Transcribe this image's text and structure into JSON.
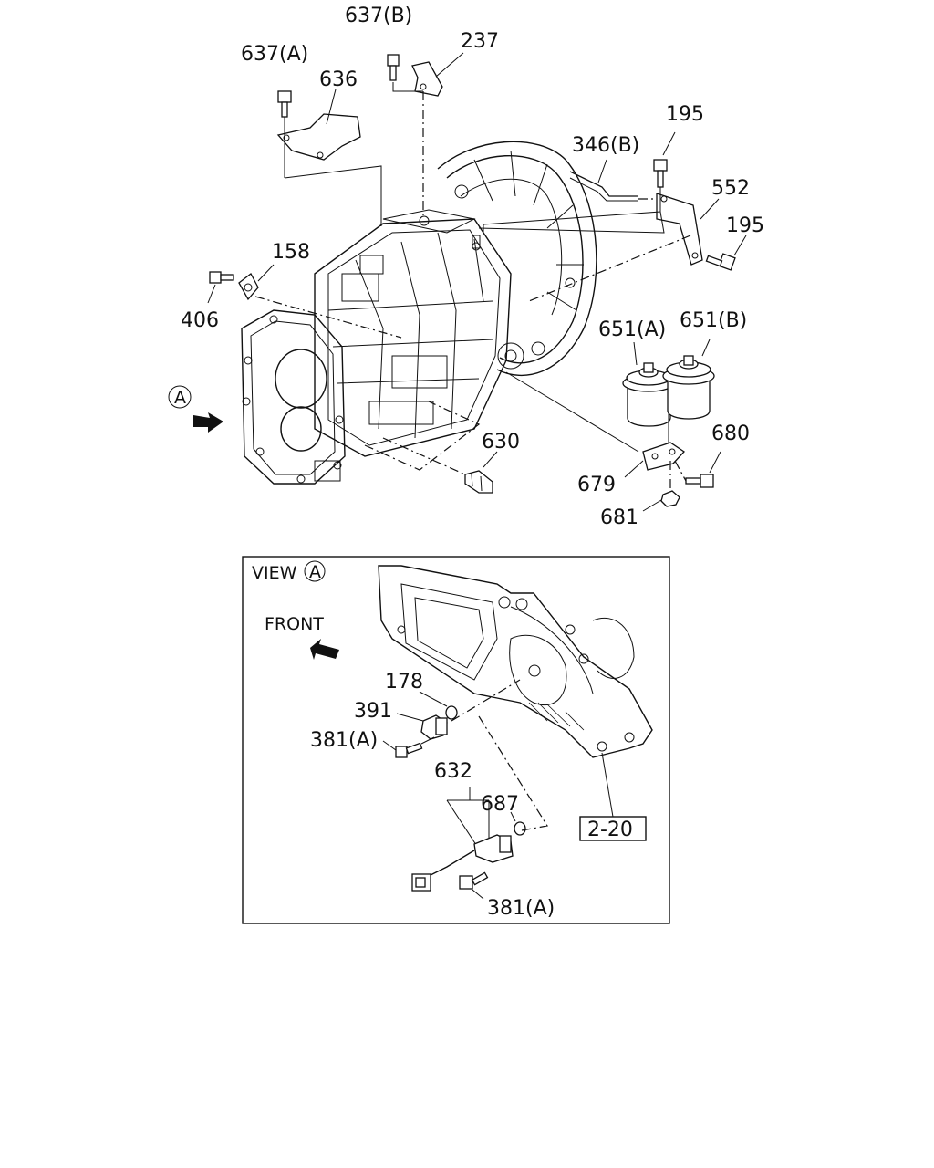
{
  "main_labels": {
    "p637b": "637(B)",
    "p237": "237",
    "p637a": "637(A)",
    "p636": "636",
    "p195a": "195",
    "p346b": "346(B)",
    "p552": "552",
    "p195b": "195",
    "p158": "158",
    "p406": "406",
    "p651a": "651(A)",
    "p651b": "651(B)",
    "p630": "630",
    "p680": "680",
    "p679": "679",
    "p681": "681",
    "view_marker": "A"
  },
  "view_box": {
    "title": "VIEW",
    "title_marker": "A",
    "front": "FRONT",
    "p178": "178",
    "p391": "391",
    "p381a_top": "381(A)",
    "p632": "632",
    "p687": "687",
    "p381a_bottom": "381(A)",
    "ref": "2-20"
  }
}
